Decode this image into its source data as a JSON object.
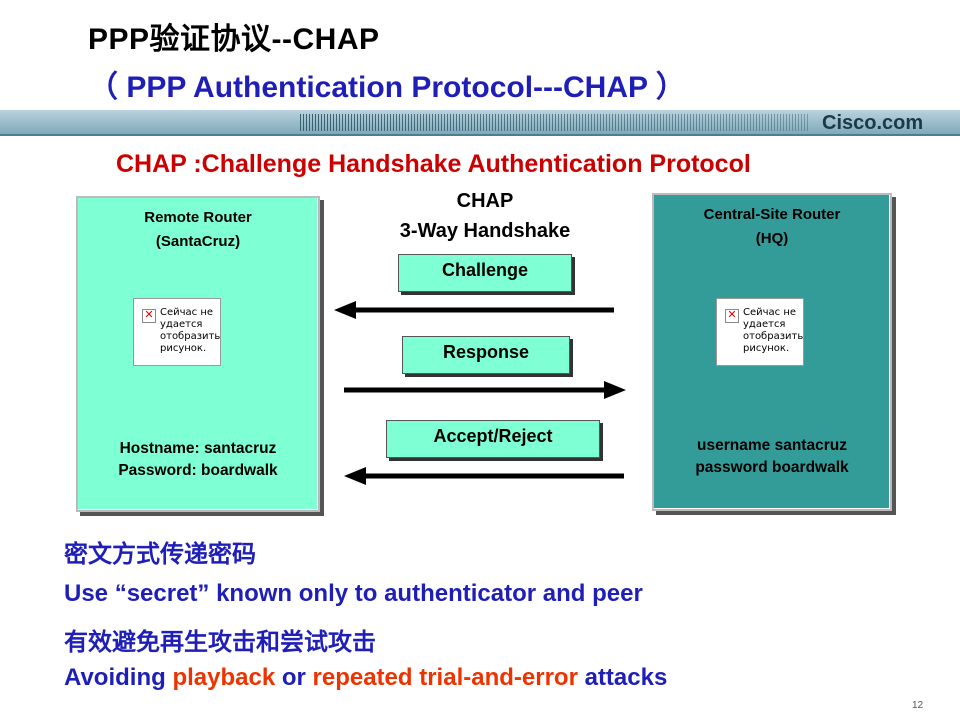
{
  "header": {
    "title_line1": "PPP验证协议--CHAP",
    "title_line2": "（ PPP Authentication Protocol---CHAP ）",
    "logo_text": "Cisco.com"
  },
  "subtitle": "CHAP :Challenge Handshake Authentication Protocol",
  "handshake": {
    "line1": "CHAP",
    "line2": "3-Way Handshake"
  },
  "remote_router": {
    "name_line1": "Remote Router",
    "name_line2": "(SantaCruz)",
    "cred_line1": "Hostname: santacruz",
    "cred_line2": "Password: boardwalk"
  },
  "central_router": {
    "name_line1": "Central-Site Router",
    "name_line2": "(HQ)",
    "cred_line1": "username santacruz",
    "cred_line2": "password boardwalk"
  },
  "broken_image": {
    "line1": "Сейчас не",
    "line2": "удается",
    "line3": "отобразить",
    "line4": "рисунок."
  },
  "messages": {
    "challenge": "Challenge",
    "response": "Response",
    "accept": "Accept/Reject"
  },
  "bullets": {
    "cn1": "密文方式传递密码",
    "en1": "Use “secret” known only to authenticator and peer",
    "cn2": "有效避免再生攻击和尝试攻击",
    "en2_a": "Avoiding ",
    "en2_b": "playback",
    "en2_c": " or ",
    "en2_d": "repeated trial-and-error",
    "en2_e": " attacks"
  },
  "page_number": "12",
  "colors": {
    "accent_blue": "#1f1fb8",
    "accent_red": "#cc0000",
    "router_remote": "#7fffd4",
    "router_central": "#339c99"
  }
}
